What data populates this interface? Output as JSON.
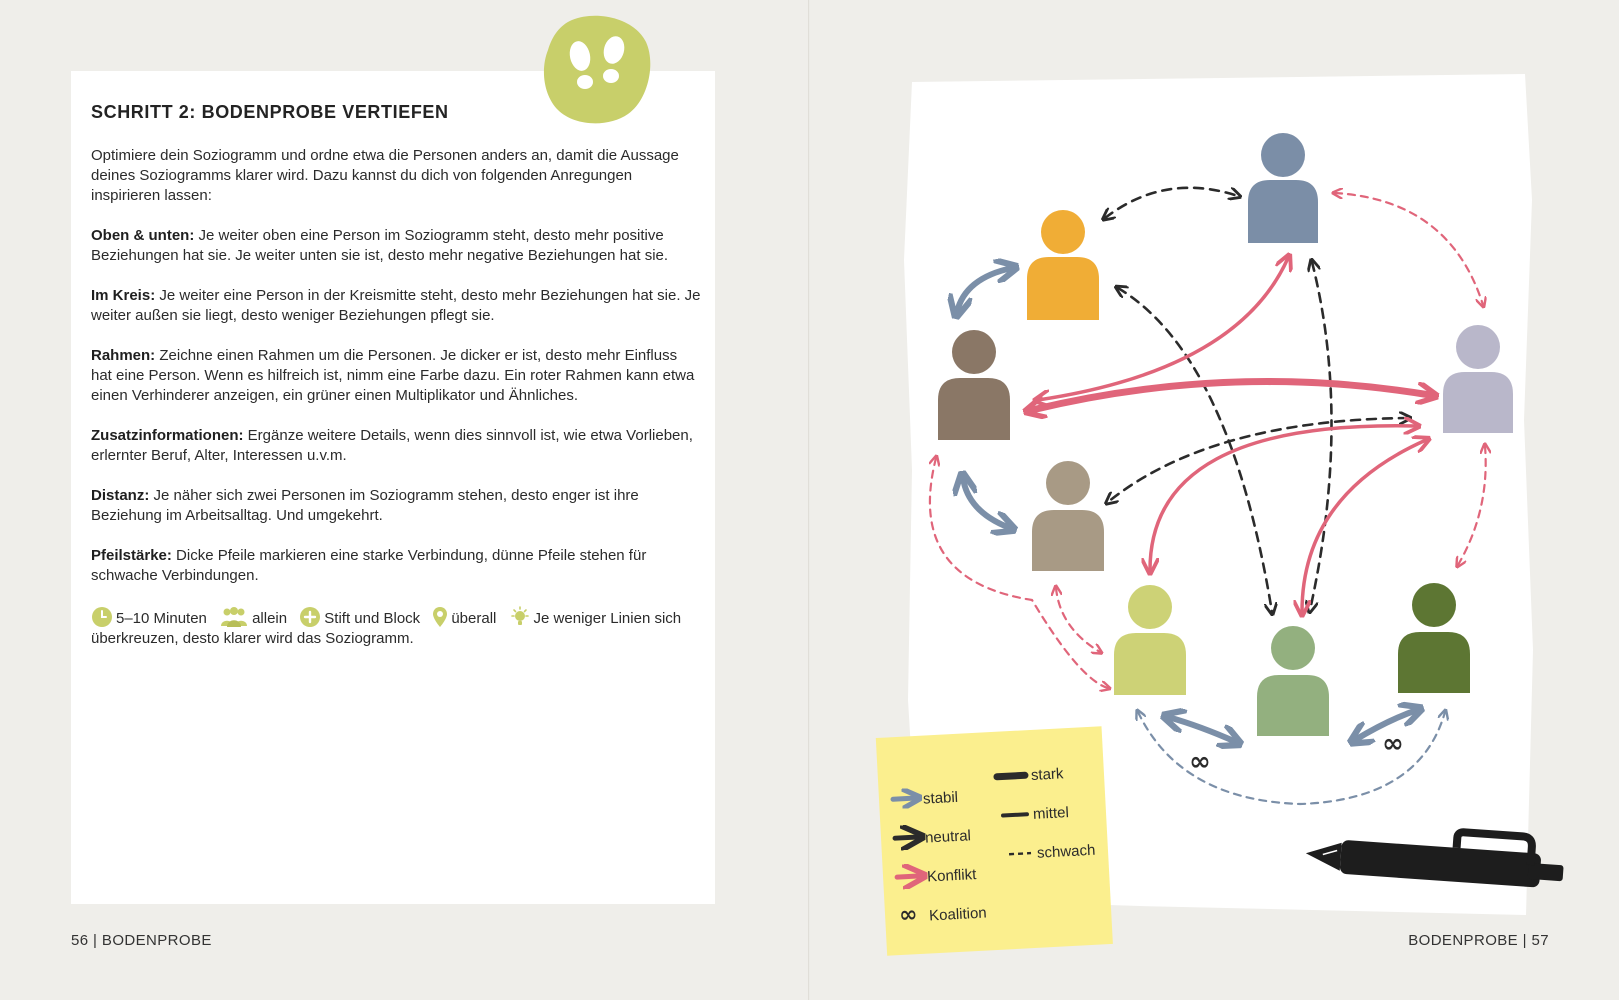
{
  "left_page": {
    "title": "SCHRITT 2: BODENPROBE VERTIEFEN",
    "intro": "Optimiere dein Soziogramm und ordne etwa die Personen anders an, damit die Aussage deines Soziogramms klarer wird. Dazu kannst du dich von folgenden Anregungen inspirieren lassen:",
    "sections": [
      {
        "term": "Oben & unten:",
        "text": " Je weiter oben eine Person im Soziogramm steht, desto mehr positive Beziehungen hat sie. Je weiter unten sie ist, desto mehr negative Beziehungen hat sie."
      },
      {
        "term": "Im Kreis:",
        "text": " Je weiter eine Person in der Kreismitte steht, desto mehr Beziehungen hat sie. Je weiter außen sie liegt, desto weniger Beziehungen pflegt sie."
      },
      {
        "term": "Rahmen:",
        "text": " Zeichne einen Rahmen um die Personen. Je dicker er ist, desto mehr Einfluss hat eine Person. Wenn es hilfreich ist, nimm eine Farbe dazu. Ein roter Rahmen kann etwa einen Verhinderer anzeigen, ein grüner einen Multiplikator und Ähnliches."
      },
      {
        "term": "Zusatzinformationen:",
        "text": " Ergänze weitere Details, wenn dies sinnvoll ist, wie etwa Vorlieben, erlernter Beruf, Alter, Interessen u.v.m."
      },
      {
        "term": "Distanz:",
        "text": " Je näher sich zwei Personen im Soziogramm stehen, desto enger ist ihre Beziehung im Arbeitsalltag. Und umgekehrt."
      },
      {
        "term": "Pfeilstärke:",
        "text": " Dicke Pfeile markieren eine starke Verbindung, dünne Pfeile stehen für schwache Verbindungen."
      }
    ],
    "meta": {
      "time": "5–10 Minuten",
      "people": "allein",
      "material": "Stift und Block",
      "place": "überall",
      "tip": "Je weniger Linien sich überkreuzen, desto klarer wird das Soziogramm."
    },
    "footer": "56 | BODENPROBE",
    "accent_color": "#c8cf6a"
  },
  "right_page": {
    "footer": "BODENPROBE | 57",
    "legend": {
      "types": [
        {
          "label": "stabil",
          "color": "#7b8fa8"
        },
        {
          "label": "neutral",
          "color": "#2b2b2b"
        },
        {
          "label": "Konflikt",
          "color": "#e0657a"
        },
        {
          "label": "Koalition",
          "symbol": "∞"
        }
      ],
      "strengths": [
        {
          "label": "stark"
        },
        {
          "label": "mittel"
        },
        {
          "label": "schwach"
        }
      ],
      "note_color": "#fbef8e"
    },
    "coalition_symbol": "∞",
    "persons": [
      {
        "id": "gray-blue",
        "color": "#7b8ea7"
      },
      {
        "id": "orange",
        "color": "#f0ad36"
      },
      {
        "id": "brown",
        "color": "#8a7766"
      },
      {
        "id": "lavender",
        "color": "#b9b7ca"
      },
      {
        "id": "taupe",
        "color": "#a89a85"
      },
      {
        "id": "lime",
        "color": "#cdd276"
      },
      {
        "id": "sage",
        "color": "#93b07f"
      },
      {
        "id": "olive",
        "color": "#5d7633"
      }
    ]
  }
}
